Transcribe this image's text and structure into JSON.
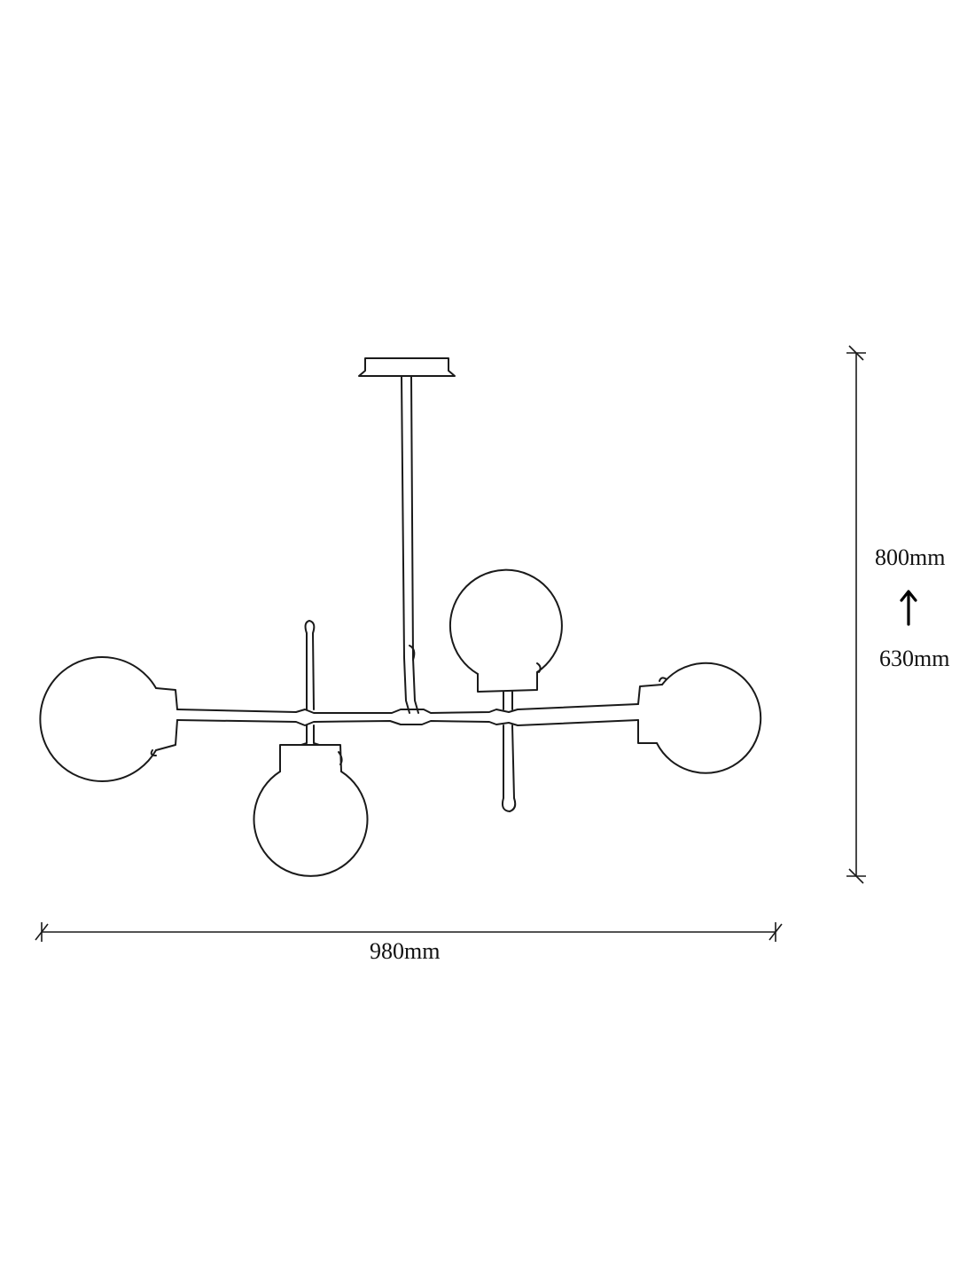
{
  "dimensions": {
    "width": "980mm",
    "height_max": "800mm",
    "height_min": "630mm"
  },
  "colors": {
    "line": "#1a1a1a",
    "background": "#ffffff"
  },
  "icons": {
    "adjust": "arrow-up-icon"
  }
}
